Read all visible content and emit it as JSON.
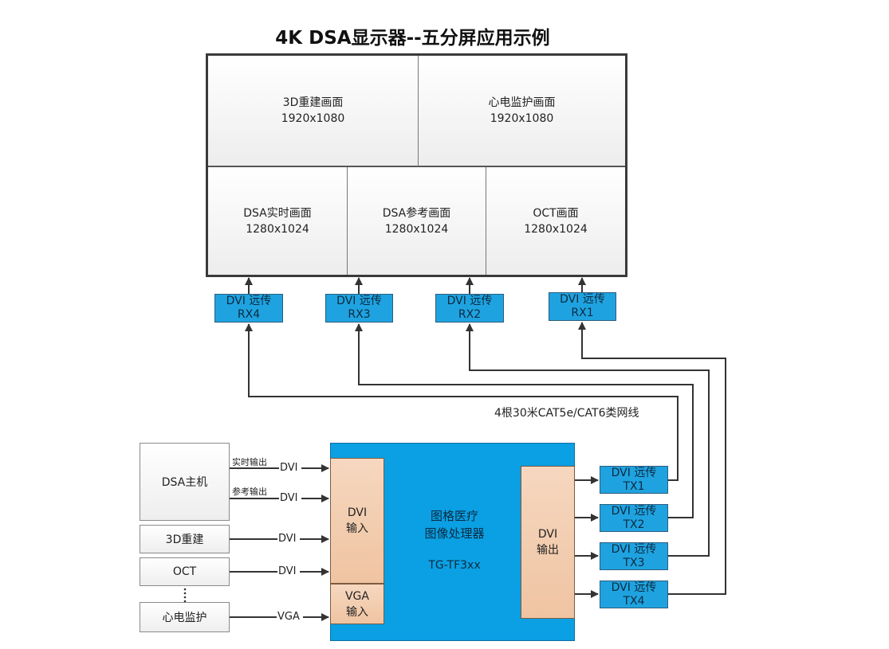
{
  "title": "4K DSA显示器--五分屏应用示例",
  "screen": {
    "top": [
      {
        "name": "3D重建画面",
        "res": "1920x1080"
      },
      {
        "name": "心电监护画面",
        "res": "1920x1080"
      }
    ],
    "bottom": [
      {
        "name": "DSA实时画面",
        "res": "1280x1024"
      },
      {
        "name": "DSA参考画面",
        "res": "1280x1024"
      },
      {
        "name": "OCT画面",
        "res": "1280x1024"
      }
    ]
  },
  "receivers": [
    {
      "line1": "DVI 远传",
      "line2": "RX4"
    },
    {
      "line1": "DVI 远传",
      "line2": "RX3"
    },
    {
      "line1": "DVI 远传",
      "line2": "RX2"
    },
    {
      "line1": "DVI 远传",
      "line2": "RX1"
    }
  ],
  "cable_label": "4根30米CAT5e/CAT6类网线",
  "sources": {
    "dsa_host": "DSA主机",
    "realtime_out": "实时输出",
    "reference_out": "参考输出",
    "recon3d": "3D重建",
    "oct": "OCT",
    "ecg": "心电监护",
    "dvi": "DVI",
    "vga": "VGA"
  },
  "processor": {
    "name_line1": "图格医疗",
    "name_line2": "图像处理器",
    "model": "TG-TF3xx",
    "dvi_in_1": "DVI",
    "dvi_in_2": "输入",
    "vga_in_1": "VGA",
    "vga_in_2": "输入",
    "dvi_out_1": "DVI",
    "dvi_out_2": "输出"
  },
  "transmitters": [
    {
      "line1": "DVI 远传",
      "line2": "TX1"
    },
    {
      "line1": "DVI 远传",
      "line2": "TX2"
    },
    {
      "line1": "DVI 远传",
      "line2": "TX3"
    },
    {
      "line1": "DVI 远传",
      "line2": "TX4"
    }
  ],
  "colors": {
    "device_blue": "#1fa3e0",
    "processor_blue": "#0aa0e3",
    "port_peach": "#f2caa9",
    "line": "#333333"
  }
}
